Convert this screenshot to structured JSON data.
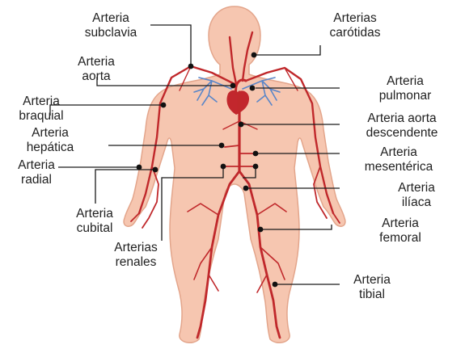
{
  "colors": {
    "skin": "#f6c6b0",
    "skin_outline": "#e3a58b",
    "artery": "#c0282b",
    "vein_blue": "#5a86c8",
    "heart": "#c2272d",
    "leader": "#1a1a1a"
  },
  "labels": [
    {
      "id": "subclavia",
      "lines": [
        "Arteria",
        "subclavia"
      ]
    },
    {
      "id": "carotidas",
      "lines": [
        "Arterias",
        "carótidas"
      ]
    },
    {
      "id": "aorta",
      "lines": [
        "Arteria",
        "aorta"
      ]
    },
    {
      "id": "pulmonar",
      "lines": [
        "Arteria",
        "pulmonar"
      ]
    },
    {
      "id": "braquial",
      "lines": [
        "Arteria",
        "braquial"
      ]
    },
    {
      "id": "aorta-descendente",
      "lines": [
        "Arteria aorta",
        "descendente"
      ]
    },
    {
      "id": "hepatica",
      "lines": [
        "Arteria",
        "hepática"
      ]
    },
    {
      "id": "mesenterica",
      "lines": [
        "Arteria",
        "mesentérica"
      ]
    },
    {
      "id": "radial",
      "lines": [
        "Arteria",
        "radial"
      ]
    },
    {
      "id": "iliaca",
      "lines": [
        "Arteria",
        "ilíaca"
      ]
    },
    {
      "id": "cubital",
      "lines": [
        "Arteria",
        "cubital"
      ]
    },
    {
      "id": "femoral",
      "lines": [
        "Arteria",
        "femoral"
      ]
    },
    {
      "id": "renales",
      "lines": [
        "Arterias",
        "renales"
      ]
    },
    {
      "id": "tibial",
      "lines": [
        "Arteria",
        "tibial"
      ]
    }
  ]
}
